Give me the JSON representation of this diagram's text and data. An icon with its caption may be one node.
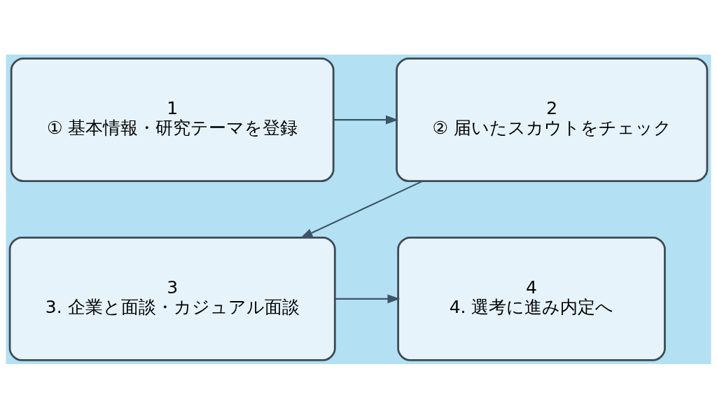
{
  "diagram": {
    "nodes": [
      {
        "text": [
          "1",
          "① 基本情報・研究テーマを登録"
        ]
      },
      {
        "text": [
          "2",
          "② 届いたスカウトをチェック"
        ]
      },
      {
        "text": [
          "3",
          "3. 企業と面談・カジュアル面談"
        ]
      },
      {
        "text": [
          "4",
          "4. 選考に進み内定へ"
        ]
      }
    ],
    "edges": [
      {
        "from": 0,
        "to": 1,
        "arrow": "to"
      },
      {
        "from": 1,
        "to": 2,
        "arrow": "to"
      },
      {
        "from": 2,
        "to": 3,
        "arrow": "to"
      }
    ]
  }
}
